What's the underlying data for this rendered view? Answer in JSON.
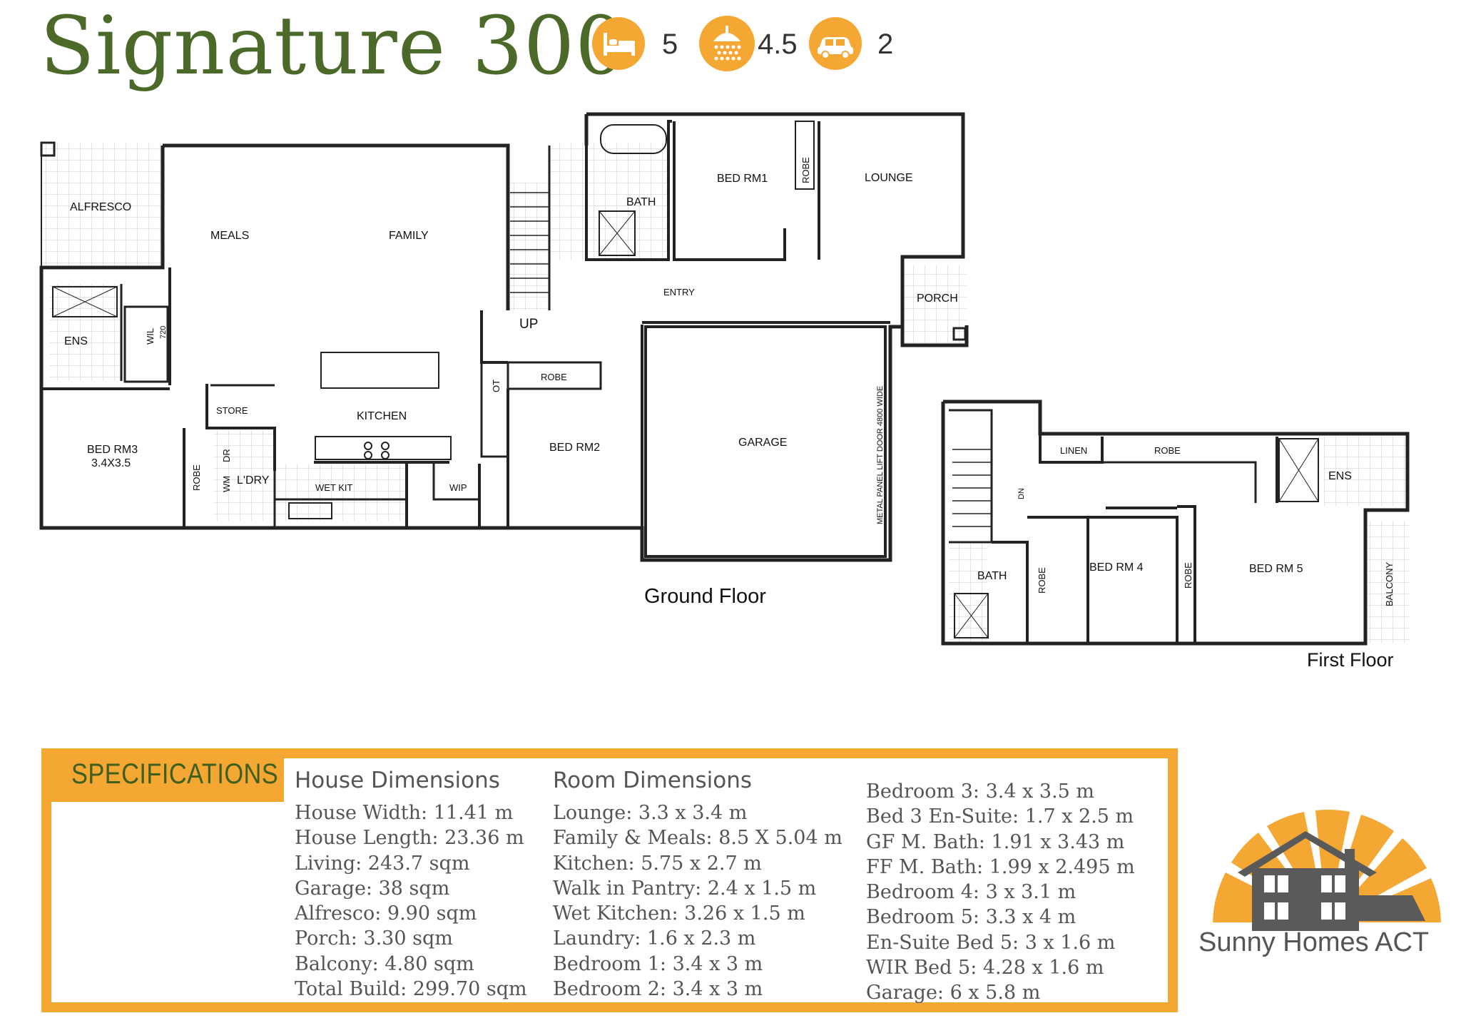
{
  "title": "Signature 300",
  "features": {
    "bedrooms": "5",
    "bathrooms": "4.5",
    "garage": "2"
  },
  "colors": {
    "accent": "#f5a733",
    "title_green": "#4b6a2a",
    "spec_text": "#555555",
    "house_gray": "#5a5a5a"
  },
  "icons": [
    "bed-icon",
    "shower-icon",
    "car-icon"
  ],
  "ground_floor": {
    "label": "Ground Floor",
    "rooms": {
      "alfresco": "ALFRESCO",
      "meals": "MEALS",
      "family": "FAMILY",
      "ens": "ENS",
      "wil": "WIL",
      "wil_size": "720",
      "bed_rm3": "BED RM3",
      "bed_rm3_size": "3.4X3.5",
      "robe_left": "ROBE",
      "store": "STORE",
      "dr": "DR",
      "wm": "WM",
      "ldry": "L'DRY",
      "kitchen": "KITCHEN",
      "wet_kit": "WET KIT",
      "wip": "WIP",
      "ot": "OT",
      "up": "UP",
      "robe_bed2": "ROBE",
      "bed_rm2": "BED RM2",
      "bath": "BATH",
      "bed_rm1": "BED RM1",
      "robe_bed1": "ROBE",
      "lounge": "LOUNGE",
      "entry": "ENTRY",
      "porch": "PORCH",
      "garage": "GARAGE",
      "garage_door": "METAL PANEL LIFT DOOR 4800 WIDE"
    }
  },
  "first_floor": {
    "label": "First Floor",
    "rooms": {
      "linen": "LINEN",
      "robe_top": "ROBE",
      "ens": "ENS",
      "dn": "DN",
      "bath": "BATH",
      "robe_bed4": "ROBE",
      "bed_rm4": "BED RM 4",
      "robe_bed5": "ROBE",
      "bed_rm5": "BED RM 5",
      "balcony": "BALCONY"
    }
  },
  "specifications": {
    "tab_label": "SPECIFICATIONS",
    "house_dimensions": {
      "heading": "House Dimensions",
      "items": [
        "House Width: 11.41 m",
        "House Length: 23.36 m",
        "Living: 243.7 sqm",
        "Garage: 38 sqm",
        "Alfresco: 9.90 sqm",
        "Porch: 3.30 sqm",
        "Balcony: 4.80 sqm",
        "Total Build: 299.70 sqm"
      ]
    },
    "room_dimensions": {
      "heading": "Room Dimensions",
      "items": [
        "Lounge: 3.3 x 3.4 m",
        "Family & Meals: 8.5 X 5.04 m",
        "Kitchen: 5.75 x 2.7 m",
        "Walk in Pantry: 2.4 x 1.5 m",
        "Wet Kitchen: 3.26 x 1.5 m",
        "Laundry: 1.6 x 2.3 m",
        "Bedroom 1: 3.4 x 3 m",
        "Bedroom 2: 3.4 x 3 m"
      ]
    },
    "room_dimensions_2": {
      "items": [
        "Bedroom 3: 3.4 x 3.5 m",
        "Bed 3 En-Suite: 1.7 x 2.5 m",
        "GF M. Bath: 1.91 x 3.43 m",
        "FF M. Bath: 1.99 x 2.495 m",
        "Bedroom 4: 3 x 3.1 m",
        "Bedroom 5: 3.3 x 4 m",
        "En-Suite Bed 5: 3 x 1.6 m",
        "WIR Bed 5: 4.28 x 1.6 m",
        "Garage: 6 x 5.8 m"
      ]
    }
  },
  "brand": {
    "name": "Sunny Homes ACT"
  }
}
